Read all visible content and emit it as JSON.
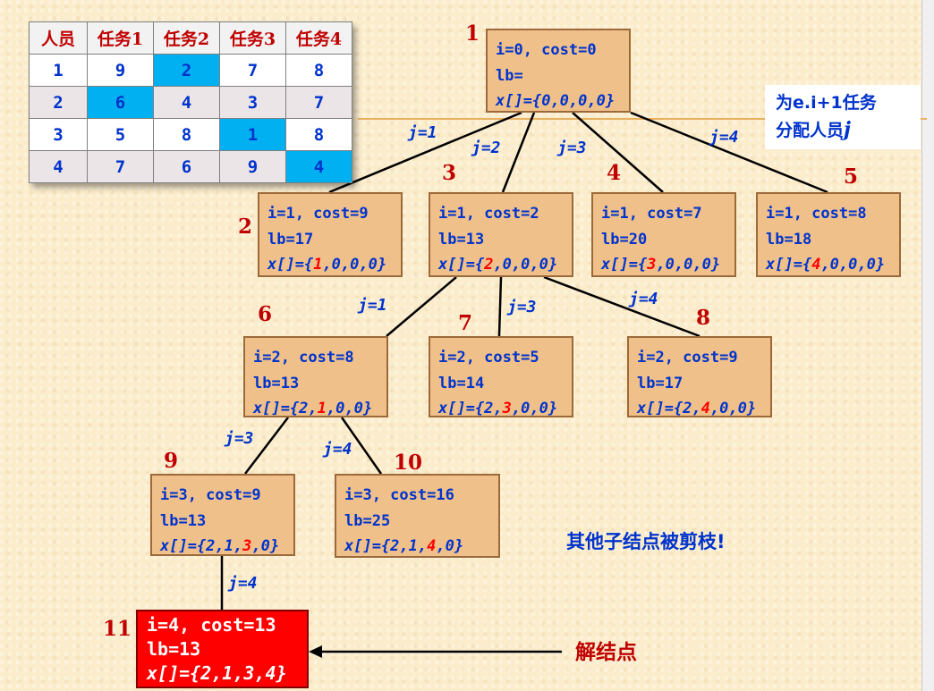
{
  "cost_table": {
    "headers": [
      "人员",
      "任务1",
      "任务2",
      "任务3",
      "任务4"
    ],
    "rows": [
      {
        "person": "1",
        "costs": [
          "9",
          "2",
          "7",
          "8"
        ]
      },
      {
        "person": "2",
        "costs": [
          "6",
          "4",
          "3",
          "7"
        ]
      },
      {
        "person": "3",
        "costs": [
          "5",
          "8",
          "1",
          "8"
        ]
      },
      {
        "person": "4",
        "costs": [
          "7",
          "6",
          "9",
          "4"
        ]
      }
    ],
    "highlight_color": "#00b0f0"
  },
  "note": {
    "line1": "为e.i+1任务",
    "line2_prefix": "分配人员",
    "line2_var": "j"
  },
  "nodes": {
    "n1": {
      "id": "1",
      "l1": "i=0, cost=0",
      "l2": "lb=",
      "x_prefix": "x[]={",
      "x_red": "",
      "x_suffix": "0,0,0,0}"
    },
    "n2": {
      "id": "2",
      "l1": "i=1, cost=9",
      "l2": "lb=17",
      "x_prefix": "x[]={",
      "x_red": "1",
      "x_suffix": ",0,0,0}"
    },
    "n3": {
      "id": "3",
      "l1": "i=1, cost=2",
      "l2": "lb=13",
      "x_prefix": "x[]={",
      "x_red": "2",
      "x_suffix": ",0,0,0}"
    },
    "n4": {
      "id": "4",
      "l1": "i=1, cost=7",
      "l2": "lb=20",
      "x_prefix": "x[]={",
      "x_red": "3",
      "x_suffix": ",0,0,0}"
    },
    "n5": {
      "id": "5",
      "l1": "i=1, cost=8",
      "l2": "lb=18",
      "x_prefix": "x[]={",
      "x_red": "4",
      "x_suffix": ",0,0,0}"
    },
    "n6": {
      "id": "6",
      "l1": "i=2, cost=8",
      "l2": "lb=13",
      "x_prefix": "x[]={2,",
      "x_red": "1",
      "x_suffix": ",0,0}"
    },
    "n7": {
      "id": "7",
      "l1": "i=2, cost=5",
      "l2": "lb=14",
      "x_prefix": "x[]={2,",
      "x_red": "3",
      "x_suffix": ",0,0}"
    },
    "n8": {
      "id": "8",
      "l1": "i=2, cost=9",
      "l2": "lb=17",
      "x_prefix": "x[]={2,",
      "x_red": "4",
      "x_suffix": ",0,0}"
    },
    "n9": {
      "id": "9",
      "l1": "i=3, cost=9",
      "l2": "lb=13",
      "x_prefix": "x[]={2,1,",
      "x_red": "3",
      "x_suffix": ",0}"
    },
    "n10": {
      "id": "10",
      "l1": "i=3, cost=16",
      "l2": "lb=25",
      "x_prefix": "x[]={2,1,",
      "x_red": "4",
      "x_suffix": ",0}"
    },
    "n11": {
      "id": "11",
      "l1": "i=4, cost=13",
      "l2": "lb=13",
      "x_prefix": "x[]={2,1,3,4}",
      "x_red": "",
      "x_suffix": ""
    }
  },
  "edges": {
    "e1_2": "j=1",
    "e1_3": "j=2",
    "e1_4": "j=3",
    "e1_5": "j=4",
    "e3_6": "j=1",
    "e3_7": "j=3",
    "e3_8": "j=4",
    "e6_9": "j=3",
    "e6_10": "j=4",
    "e9_11": "j=4"
  },
  "pruned_text": "其他子结点被剪枝!",
  "solution_label": "解结点",
  "colors": {
    "background": "#fbeccb",
    "node_fill": "#f0c08a",
    "node_text": "#0033cc",
    "label_red": "#c00000",
    "solution_fill": "#ff0000"
  }
}
